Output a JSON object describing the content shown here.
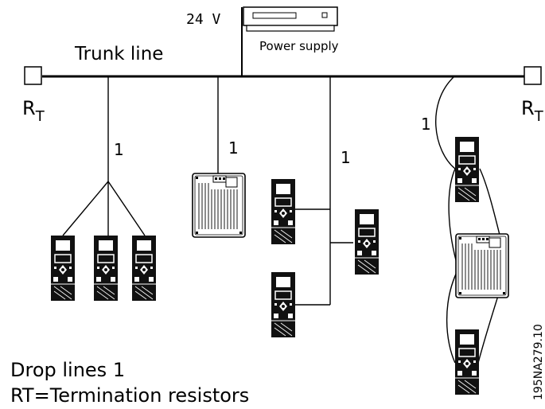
{
  "power_supply": {
    "voltage": "24 V",
    "label": "Power supply"
  },
  "trunk_line": "Trunk line",
  "terminators": {
    "left": "R",
    "right": "R",
    "subscript": "T"
  },
  "drop_labels": [
    "1",
    "1",
    "1",
    "1"
  ],
  "legend": {
    "line1": "Drop lines 1",
    "line2": "RT=Termination resistors"
  },
  "figure_code": "195NA279.10"
}
